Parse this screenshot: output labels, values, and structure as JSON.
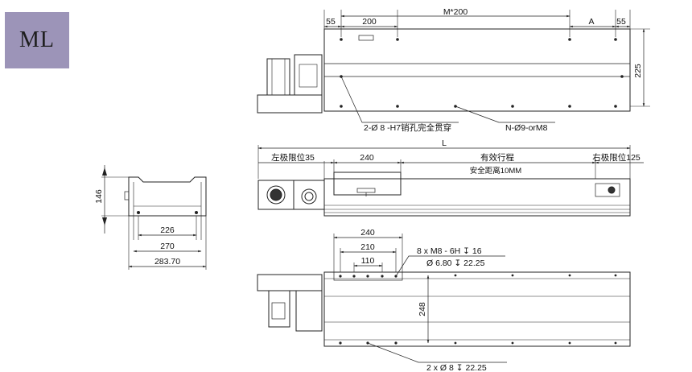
{
  "badge": {
    "label": "ML",
    "color": "#9c94b8"
  },
  "top_view": {
    "dim_55_left": "55",
    "dim_200": "200",
    "dim_m200": "M*200",
    "dim_a": "A",
    "dim_55_right": "55",
    "dim_225": "225",
    "callout_pin_holes": "2-Ø 8 -H7销孔完全贯穿",
    "callout_n_holes": "N-Ø9-orM8"
  },
  "side_view": {
    "dim_l": "L",
    "left_limit": "左极限位35",
    "dim_240": "240",
    "stroke": "有效行程",
    "right_limit": "右极限位125",
    "safety": "安全距离10MM"
  },
  "end_view": {
    "dim_146": "146",
    "dim_226": "226",
    "dim_270": "270",
    "dim_283": "283.70"
  },
  "bottom_view": {
    "dim_240": "240",
    "dim_210": "210",
    "dim_110": "110",
    "dim_248": "248",
    "callout_tapped": "8 x  M8 - 6H ↧ 16",
    "callout_drill": "Ø 6.80 ↧ 22.25",
    "callout_pins": "2 x Ø 8 ↧ 22.25"
  }
}
